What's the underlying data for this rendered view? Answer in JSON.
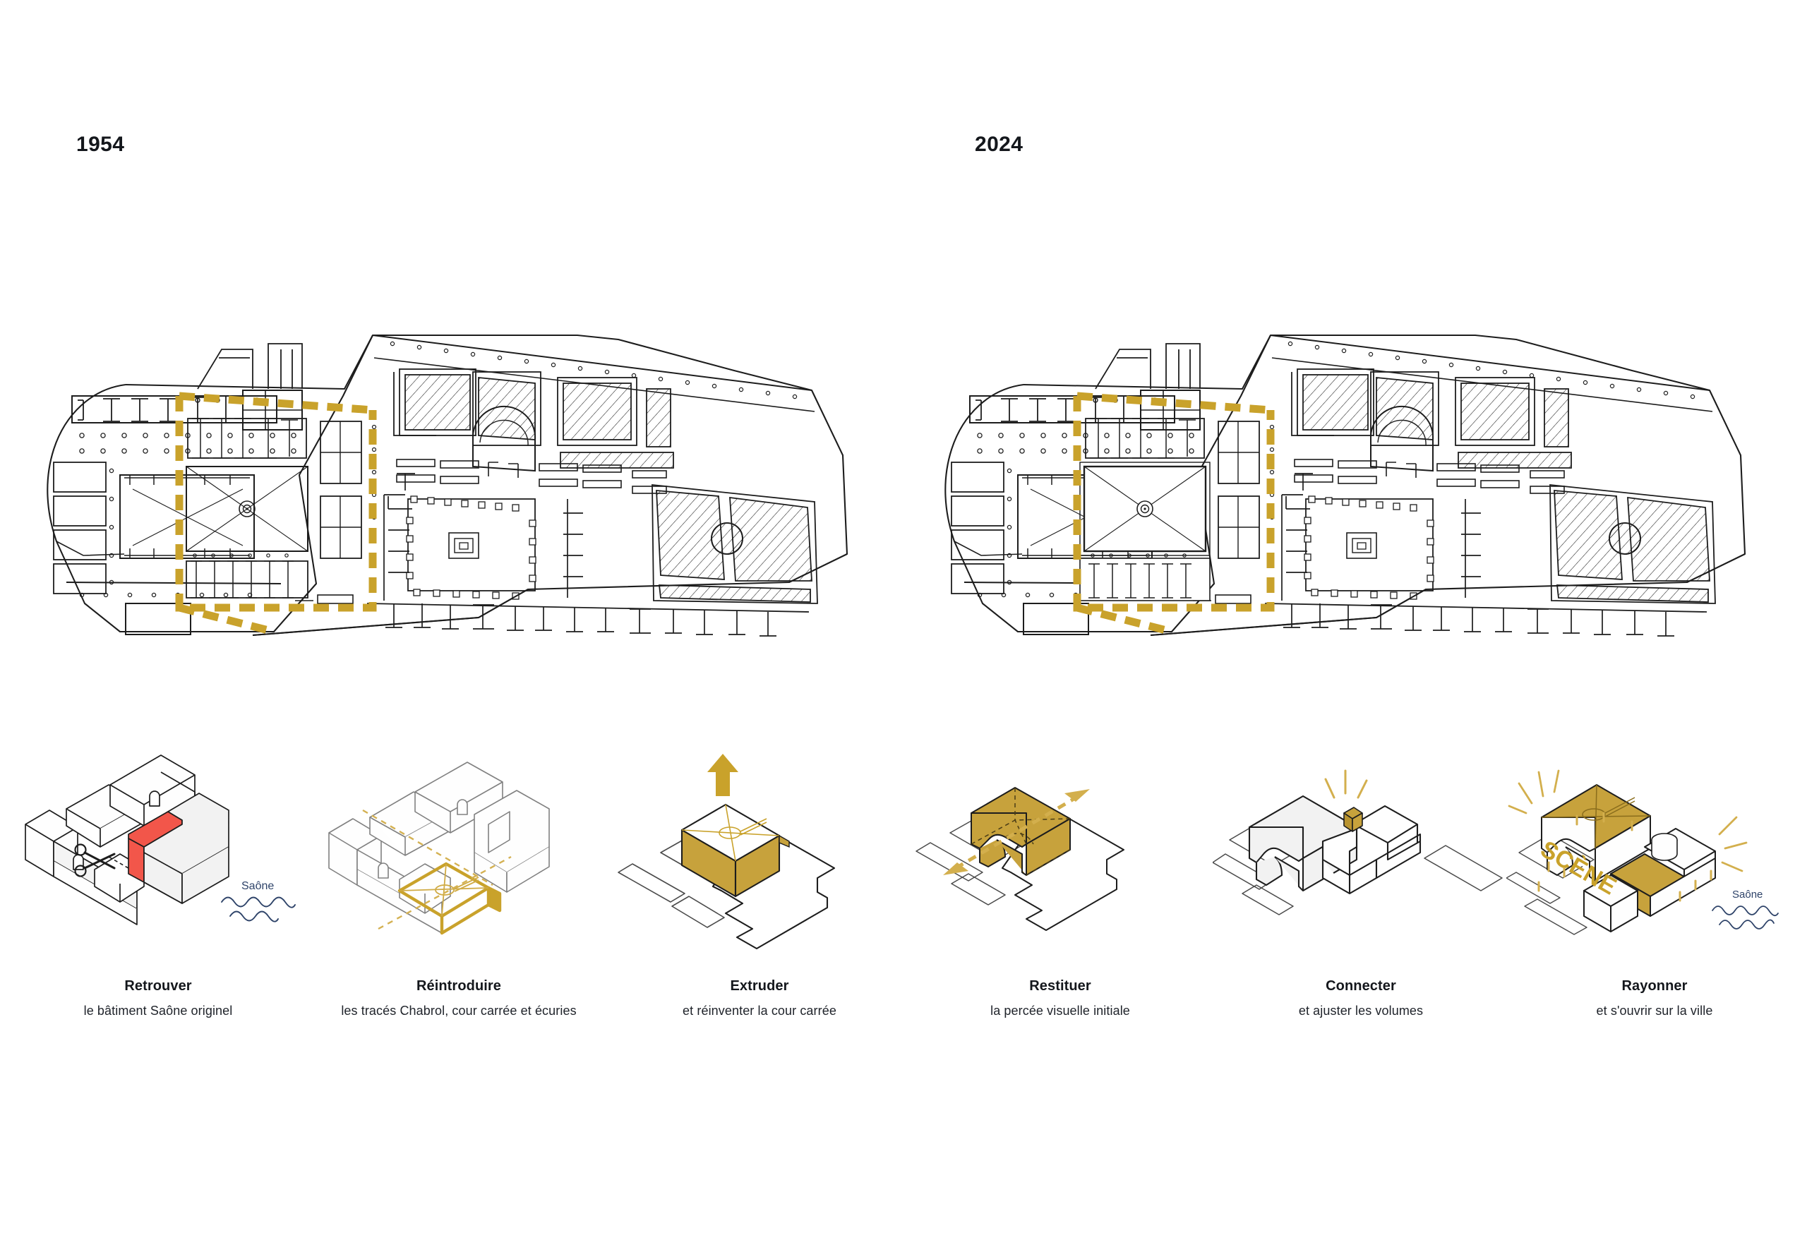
{
  "board": {
    "bg": "#ffffff",
    "ink": "#14171c",
    "ochre": "#c9a22b",
    "ochre_light": "#d9b64a",
    "ochre_fill": "#c7a23c",
    "red": "#f2564a",
    "river_blue": "#2e4369",
    "plan_line": "#1d1d1d",
    "volume_face": "#f2f2f2"
  },
  "plans": {
    "items": [
      {
        "id": "plan-1954",
        "year": "1954"
      },
      {
        "id": "plan-2024",
        "year": "2024"
      }
    ],
    "highlight_label": "cour carrée"
  },
  "axonometrics": {
    "river_label": "Saône",
    "scene_label": "SCÈNE",
    "steps": [
      {
        "index": 1,
        "title": "Retrouver",
        "subtitle": "le bâtiment Saône originel",
        "accent": "red",
        "has_river": true,
        "has_scissors": true
      },
      {
        "index": 2,
        "title": "Réintroduire",
        "subtitle": "les tracés Chabrol, cour carrée et écuries",
        "accent": "ochre",
        "has_river": false,
        "has_scissors": false
      },
      {
        "index": 3,
        "title": "Extruder",
        "subtitle": "et réinventer la cour carrée",
        "accent": "ochre",
        "has_river": false,
        "has_up_arrow": true
      },
      {
        "index": 4,
        "title": "Restituer",
        "subtitle": "la percée visuelle initiale",
        "accent": "ochre",
        "has_river": false,
        "has_double_arrow": true
      },
      {
        "index": 5,
        "title": "Connecter",
        "subtitle": "et ajuster les volumes",
        "accent": "ochre",
        "has_river": false,
        "has_spark": true
      },
      {
        "index": 6,
        "title": "Rayonner",
        "subtitle": "et s'ouvrir sur la ville",
        "accent": "ochre",
        "has_river": true,
        "has_spark": true,
        "has_scene_text": true
      }
    ]
  }
}
